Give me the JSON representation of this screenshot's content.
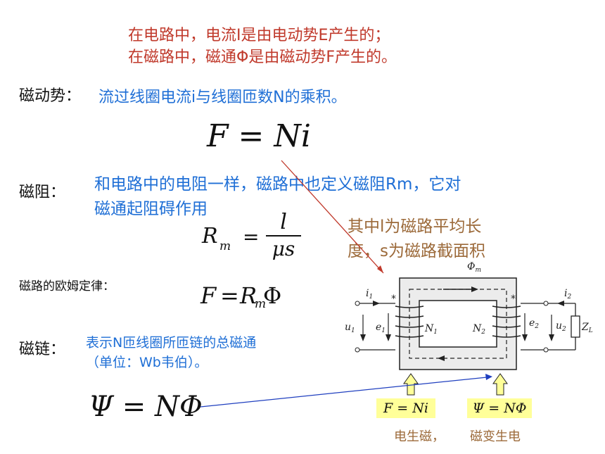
{
  "intro": {
    "line1": "在电路中，电流I是由电动势E产生的；",
    "line2": "在磁路中，磁通Φ是由磁动势F产生的。"
  },
  "mmf": {
    "label": "磁动势：",
    "desc": "流过线圈电流i与线圈匝数N的乘积。",
    "formula": "F = Ni"
  },
  "reluctance": {
    "label": "磁阻：",
    "desc1": "和电路中的电阻一样，磁路中也定义磁阻Rm，它对",
    "desc2": "磁通起阻碍作用",
    "lhs_R": "R",
    "lhs_sub": "m",
    "eq": "=",
    "num": "l",
    "den": "μs",
    "note1": "其中l为磁路平均长",
    "note2": "度，s为磁路截面积"
  },
  "ohm": {
    "label": "磁路的欧姆定律：",
    "F": "F",
    "eq": "=",
    "R": "R",
    "sub": "m",
    "phi": "Φ"
  },
  "linkage": {
    "label": "磁链：",
    "desc1": "表示N匝线圈所匝链的总磁通",
    "desc2": "（单位：Wb韦伯）。",
    "formula": "Ψ = NΦ"
  },
  "diagram": {
    "phi_m": "Φ",
    "phi_sub": "m",
    "i1": "i",
    "i1_sub": "1",
    "i2": "i",
    "i2_sub": "2",
    "u1": "u",
    "u1_sub": "1",
    "e1": "e",
    "e1_sub": "1",
    "N1": "N",
    "N1_sub": "1",
    "N2": "N",
    "N2_sub": "2",
    "e2": "e",
    "e2_sub": "2",
    "u2": "u",
    "u2_sub": "2",
    "ZL": "Z",
    "ZL_sub": "L",
    "star": "*",
    "box1": "F = Ni",
    "box2": "Ψ = NΦ",
    "cap1": "电生磁，",
    "cap2": "磁变生电"
  },
  "colors": {
    "red": "#c0392b",
    "blue": "#1f6fd6",
    "brown": "#9c6a3a",
    "highlight": "#ffff99"
  }
}
